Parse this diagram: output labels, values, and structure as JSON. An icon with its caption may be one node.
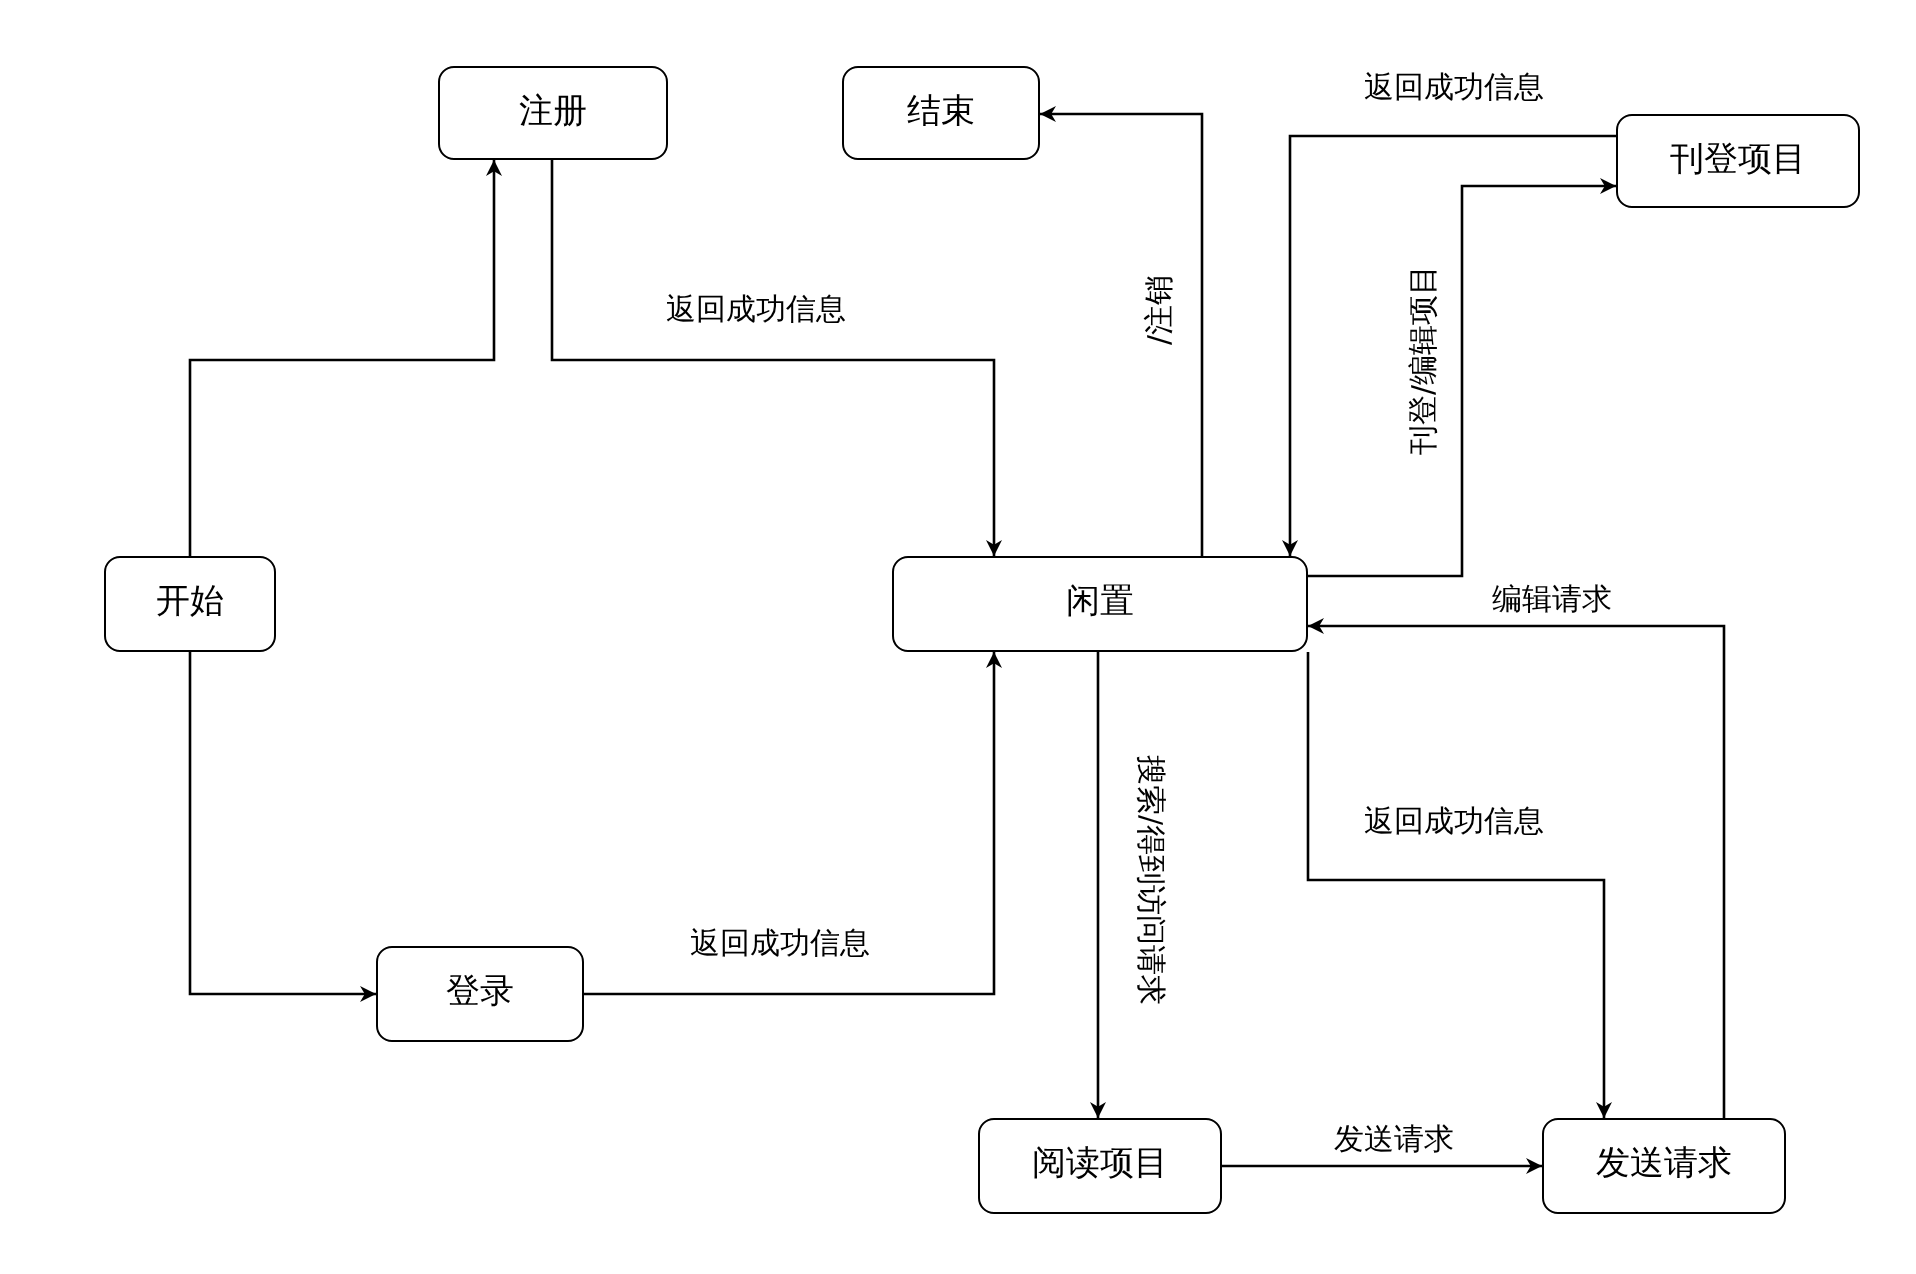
{
  "diagram": {
    "nodes": [
      {
        "text": [
          "开始"
        ]
      },
      {
        "text": [
          "注册"
        ]
      },
      {
        "text": [
          "结束"
        ]
      },
      {
        "text": [
          "刊登项目"
        ]
      },
      {
        "text": [
          "闲置"
        ]
      },
      {
        "text": [
          "登录"
        ]
      },
      {
        "text": [
          "阅读项目"
        ]
      },
      {
        "text": [
          "发送请求"
        ]
      }
    ],
    "edges": [
      {
        "from": 0,
        "to": 1,
        "arrow": "to"
      },
      {
        "from": 1,
        "to": 4,
        "arrow": "to",
        "label": "返回成功信息"
      },
      {
        "from": 0,
        "to": 5,
        "arrow": "to"
      },
      {
        "from": 5,
        "to": 4,
        "arrow": "to",
        "label": "返回成功信息"
      },
      {
        "from": 4,
        "to": 2,
        "arrow": "to",
        "label": "/注销"
      },
      {
        "from": 3,
        "to": 4,
        "arrow": "to",
        "label": "返回成功信息"
      },
      {
        "from": 4,
        "to": 3,
        "arrow": "to",
        "label": "刊登/编辑项目"
      },
      {
        "from": 4,
        "to": 6,
        "arrow": "to",
        "label": "搜索/得到访问请求"
      },
      {
        "from": 4,
        "to": 7,
        "arrow": "to",
        "label": "返回成功信息"
      },
      {
        "from": 7,
        "to": 4,
        "arrow": "to",
        "label": "编辑请求"
      },
      {
        "from": 6,
        "to": 7,
        "arrow": "to",
        "label": "发送请求"
      }
    ]
  }
}
